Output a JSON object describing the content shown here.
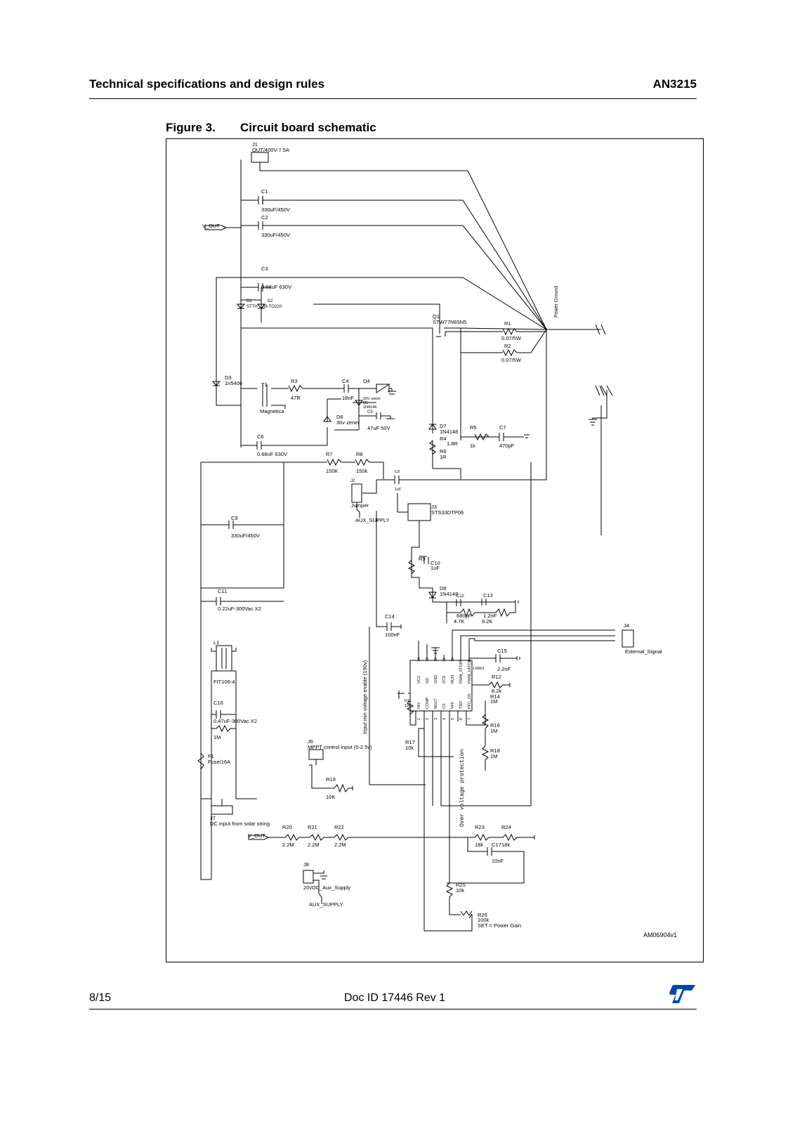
{
  "header": {
    "section_title": "Technical specifications and design rules",
    "doc_code": "AN3215"
  },
  "figure": {
    "number": "Figure 3.",
    "title": "Circuit board schematic",
    "id_label": "AM06904v1"
  },
  "schematic": {
    "J1": "J1",
    "J1_val": "OUT/400V-7.5A",
    "C1": "C1",
    "C1_val": "330uF/450V",
    "C2": "C2",
    "C2_val": "330uF/450V",
    "V_OUT_top": "V_OUT",
    "C3": "C3",
    "C3_val": "0.68uF 630V",
    "D1": "D1",
    "D1_val": "STTH",
    "D2": "D2",
    "D2_val": "06-TO220",
    "power_ground": "Power Ground",
    "Q1": "Q1",
    "Q1_val": "STW77N65N5",
    "R1": "R1",
    "R1_val": "0.07/5W",
    "R2": "R2",
    "R2_val": "0.07/5W",
    "D3": "D3",
    "D3_val": "1n5406",
    "T1": "T1",
    "T1_val": "Magnetica",
    "R3": "R3",
    "R3_val": "47R",
    "C4": "C4",
    "C4_val": "18nF",
    "D4": "D4",
    "D4_val": "20V zener",
    "D5": "D5",
    "D5_val": "1N4148",
    "C5": "C5",
    "C5_val": "47uF 50V",
    "D6": "D6",
    "D6_val": "30v zener",
    "D7": "D7",
    "D7_val": "1N4148",
    "R4": "R4",
    "R4_val": "1.8R",
    "R6": "R6",
    "R6_val": "1R",
    "R5": "R5",
    "R5_val": "1k",
    "C7": "C7",
    "C7_val": "470pF",
    "C6": "C6",
    "C6_val": "0.68uF 630V",
    "R7": "R7",
    "R7_val": "150K",
    "R8": "R8",
    "R8_val": "150k",
    "C8": "C8",
    "C8_val": "1uF",
    "J2": "J2",
    "J2_val": "Jumper",
    "aux_supply_1": "AUX_SUPPLY",
    "J3": "J3",
    "J3_val": "STS33DTP06",
    "C9": "C9",
    "C9_val": "330uF/450V",
    "R9": "R9",
    "C10": "C10",
    "C10_val": "1uF",
    "D8": "D8",
    "D8_val": "1N4148",
    "C12": "C12",
    "C12_val": "680pF",
    "R_47K": "4.7K",
    "C13": "C13",
    "C13_val": "1.2nF",
    "R_82K": "8.2K",
    "C11": "C11",
    "C11_val": "0.22uF-300Vac X2",
    "C14": "C14",
    "C14_val": "100nF",
    "J4": "J4",
    "J4_val": "External_Signal",
    "L1": "L1",
    "L1_val": "FIT106-4",
    "C15": "C15",
    "C15_val": "2.2nF",
    "U_val": "L6563",
    "R12": "R12",
    "R12_val": "8.2k",
    "R14": "R14",
    "R14_val": "1M",
    "R11": "R11",
    "R11_val": "10k",
    "R16": "R16",
    "R16_val": "1M",
    "R18": "R18",
    "R18_val": "1M",
    "R17": "R17",
    "R17_val": "10k",
    "C16": "C16",
    "C16_val": "0.47uF-300Vac X2",
    "R_1M_in": "1M",
    "vert_label": "Input min voltage enable (190v)",
    "J6": "J6",
    "J6_val": "MPPT control input (0-2.5v)",
    "F1": "F1",
    "F1_val": "Fuse/16A",
    "R19": "R19",
    "R19_val": "10K",
    "ovp_label": "Over voltage protection",
    "J7": "J7",
    "J7_val": "DC input from solar string",
    "V_OUT_bot": "V_OUT",
    "R20": "R20",
    "R20_val": "2.2M",
    "R21": "R21",
    "R21_val": "2.2M",
    "R22": "R22",
    "R22_val": "2.2M",
    "R23": "R23",
    "R23_val": "18k",
    "R24": "R24",
    "R24_val": "18k",
    "C17": "C17",
    "C17_val": "10nF",
    "J8": "J8",
    "J8_val": "20vDC_Aux_Supply",
    "aux_supply_2": "AUX_SUPPLY",
    "R25": "R25",
    "R25_val": "10k",
    "R26": "R26",
    "R26_val": "100k",
    "R26_note": "SET = Power Gain",
    "pins_top": [
      "VCC",
      "GD",
      "GND",
      "ZCD",
      "RUN",
      "PWM_STOP",
      "PWM_LATCH"
    ],
    "pins_bot": [
      "INV",
      "COMP",
      "MULT",
      "CS",
      "VFF",
      "TBO",
      "PFC_OK"
    ],
    "pin_nums_top": [
      "14",
      "13",
      "12",
      "11",
      "10",
      "9",
      "8"
    ],
    "pin_nums_bot": [
      "1",
      "2",
      "3",
      "4",
      "5",
      "6",
      "7"
    ]
  },
  "footer": {
    "page": "8/15",
    "doc_id": "Doc ID 17446 Rev 1"
  },
  "colors": {
    "brand_logo": "#0046ad"
  }
}
